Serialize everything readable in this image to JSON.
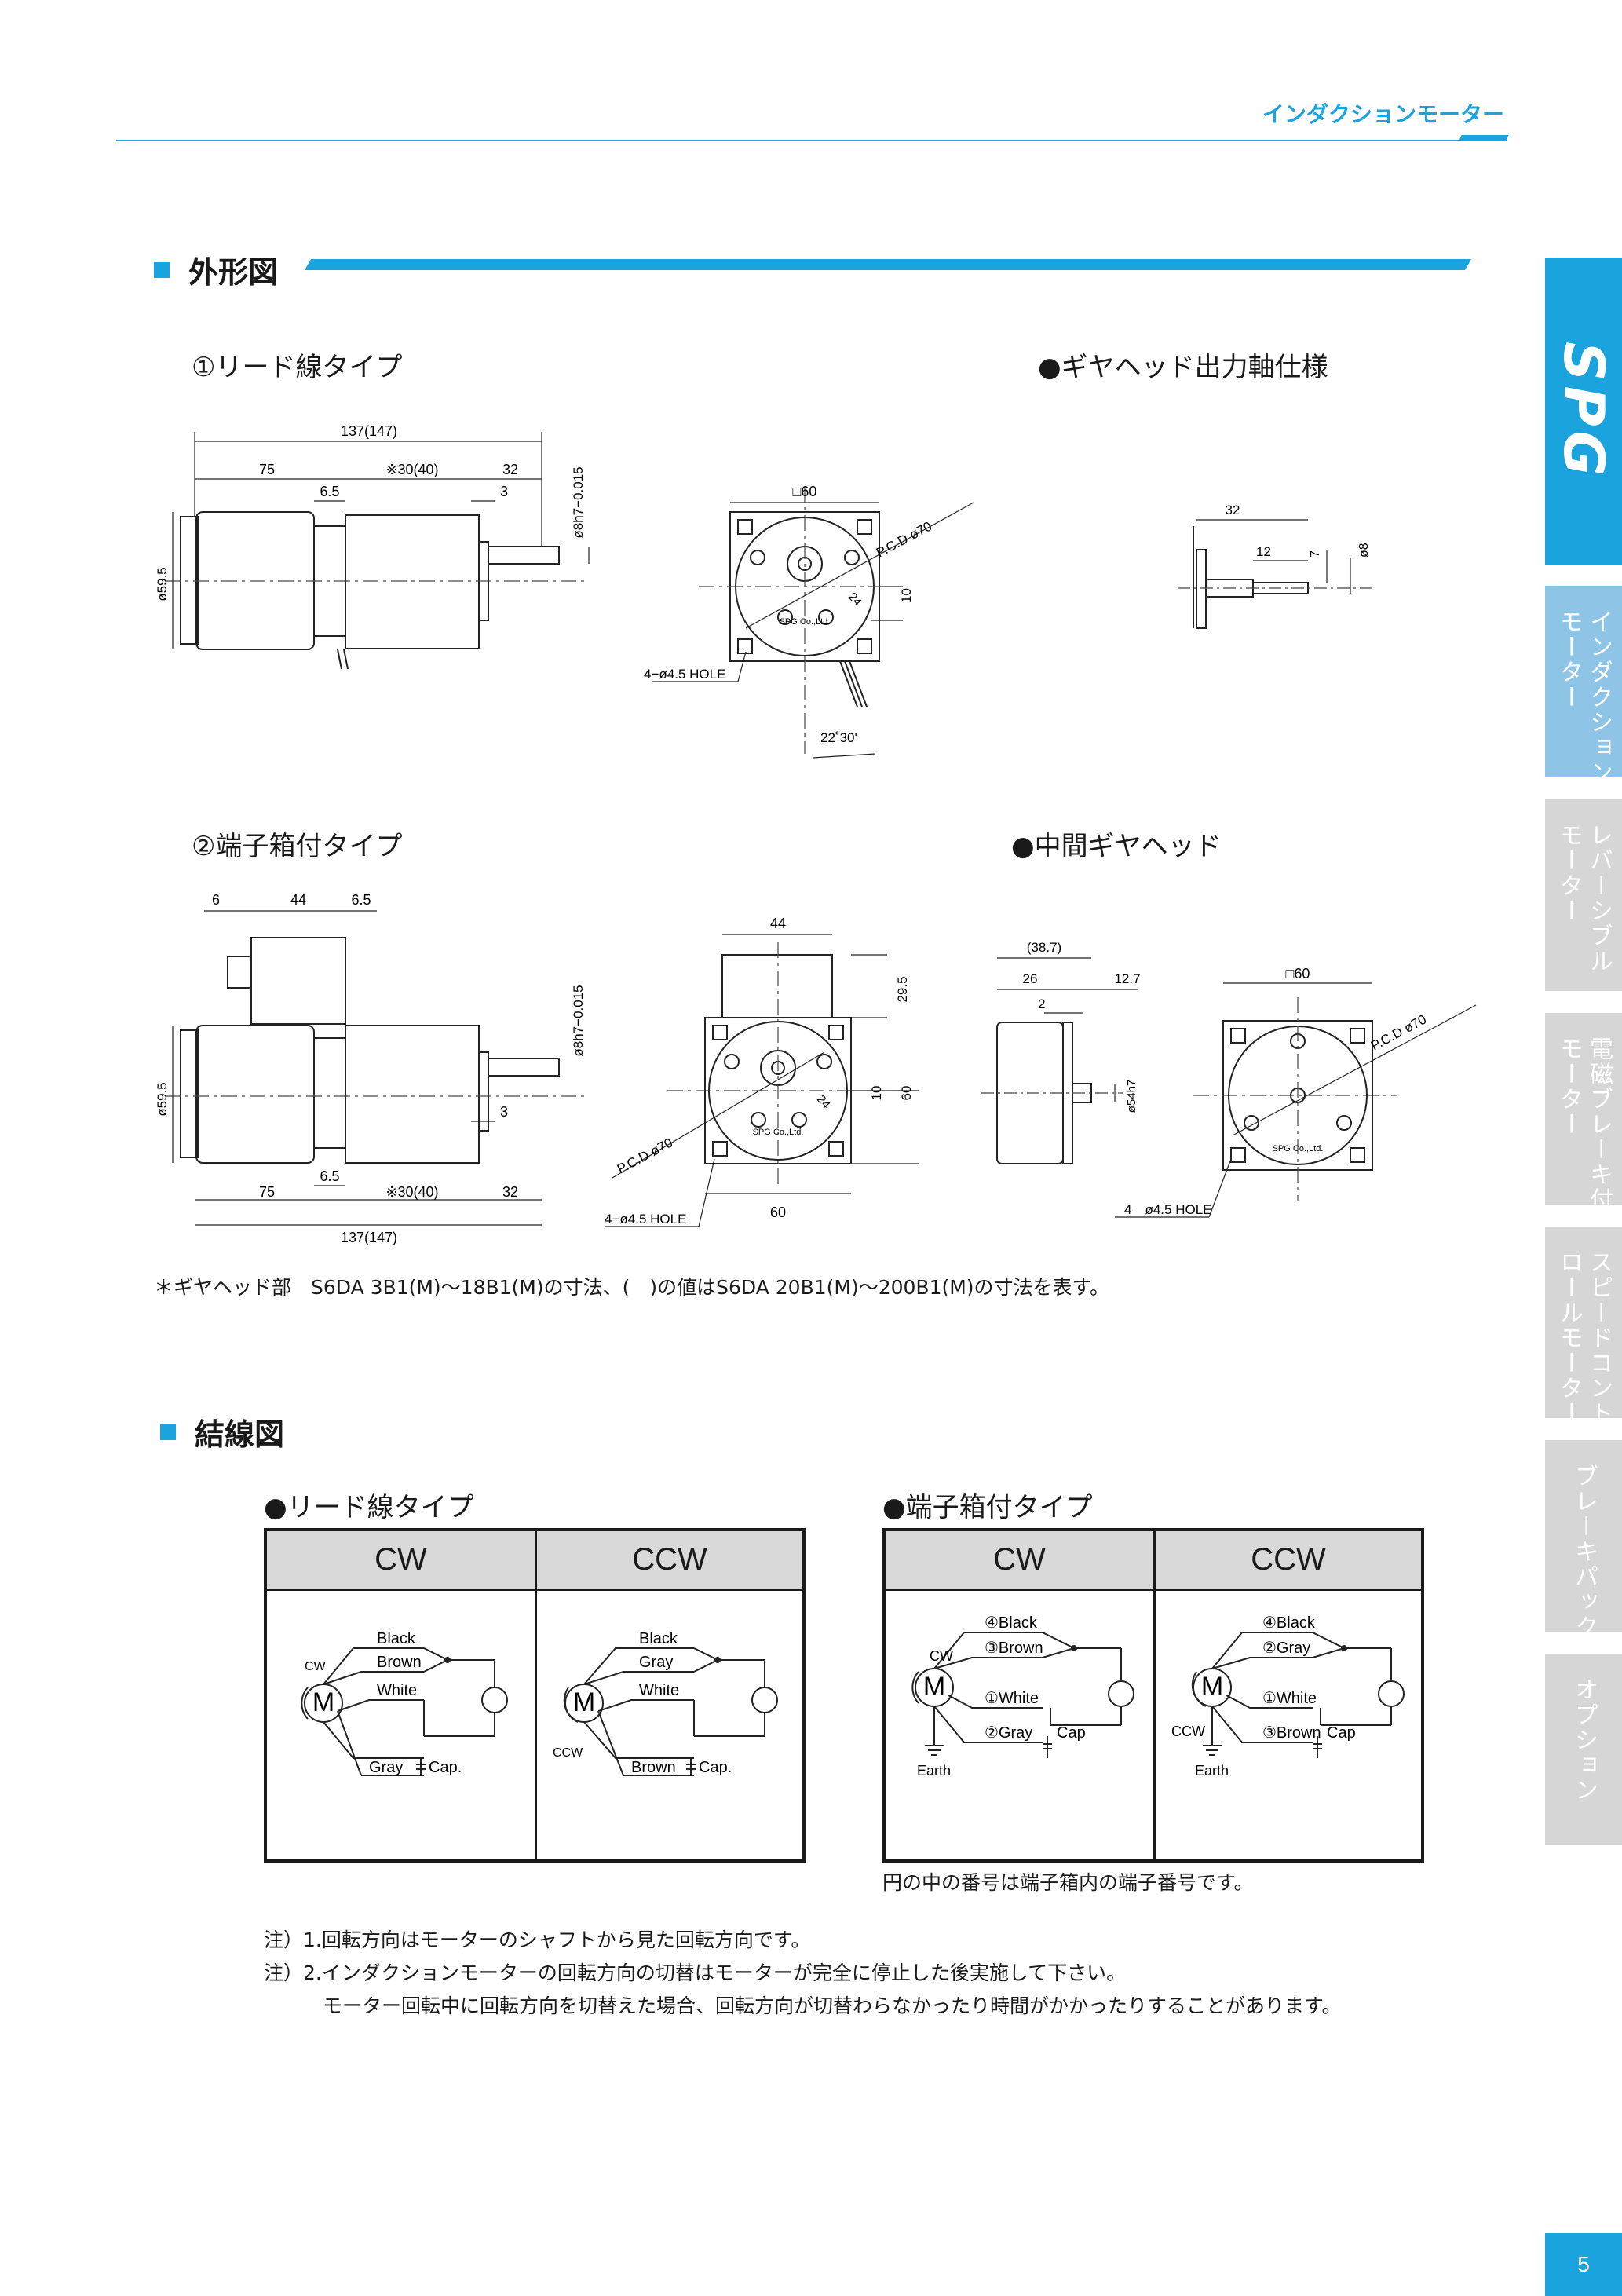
{
  "header": {
    "title": "インダクションモーター"
  },
  "side_tabs": {
    "brand": "SPG",
    "items": [
      {
        "label": "インダクション\nモーター",
        "active": true
      },
      {
        "label": "レバーシブル\nモーター",
        "active": false
      },
      {
        "label": "電磁ブレーキ付\nモーター",
        "active": false
      },
      {
        "label": "スピードコント\nロールモーター",
        "active": false
      },
      {
        "label": "ブレーキパック",
        "active": false
      },
      {
        "label": "オプション",
        "active": false
      }
    ]
  },
  "section_outline": {
    "title": "外形図",
    "lead_type": "①リード線タイプ",
    "gearhead_shaft": "●ギヤヘッド出力軸仕様",
    "terminal_type": "②端子箱付タイプ",
    "intermediate": "●中間ギヤヘッド",
    "footnote": "＊ギヤヘッド部　S6DA 3B1(M)～18B1(M)の寸法、(　)の値はS6DA 20B1(M)～200B1(M)の寸法を表す。",
    "dims": {
      "total": "137(147)",
      "d75": "75",
      "d30": "※30(40)",
      "d32": "32",
      "d6_5": "6.5",
      "d3": "3",
      "shaft": "ø8h7−0.015",
      "body_dia": "ø59.5",
      "sq60": "□60",
      "pcd": "P.C.D ø70",
      "hole": "4−ø4.5 HOLE",
      "d10": "10",
      "angle": "22˚30'",
      "d24": "24",
      "maker": "SPG Co.,Ltd.",
      "g32": "32",
      "g12": "12",
      "g7": "7",
      "g8": "ø8",
      "t6": "6",
      "t44": "44",
      "t6_5": "6.5",
      "t29_5": "29.5",
      "t60": "60",
      "t10": "10",
      "i38_7": "(38.7)",
      "i26": "26",
      "i12_7": "12.7",
      "i2": "2",
      "ishaft": "ø54h7",
      "ihole": "4　ø4.5 HOLE"
    }
  },
  "section_wiring": {
    "title": "結線図",
    "lead_type": "●リード線タイプ",
    "terminal_type": "●端子箱付タイプ",
    "cw": "CW",
    "ccw": "CCW",
    "lead_cw": {
      "w1": "Black",
      "w2": "Brown",
      "w3": "White",
      "w4": "Gray",
      "cap": "Cap.",
      "rot": "CW"
    },
    "lead_ccw": {
      "w1": "Black",
      "w2": "Gray",
      "w3": "White",
      "w4": "Brown",
      "cap": "Cap.",
      "rot": "CCW"
    },
    "term_cw": {
      "w1": "④Black",
      "w2": "③Brown",
      "w3": "①White",
      "w4": "②Gray",
      "cap": "Cap",
      "rot": "CW",
      "earth": "Earth"
    },
    "term_ccw": {
      "w1": "④Black",
      "w2": "②Gray",
      "w3": "①White",
      "w4": "③Brown",
      "cap": "Cap",
      "rot": "CCW",
      "earth": "Earth"
    },
    "motor": "M",
    "terminal_note": "円の中の番号は端子箱内の端子番号です。"
  },
  "notes": [
    "注）1.回転方向はモーターのシャフトから見た回転方向です。",
    "注）2.インダクションモーターの回転方向の切替はモーターが完全に停止した後実施して下さい。",
    "　　　モーター回転中に回転方向を切替えた場合、回転方向が切替わらなかったり時間がかかったりすることがあります。"
  ],
  "page_number": "5"
}
